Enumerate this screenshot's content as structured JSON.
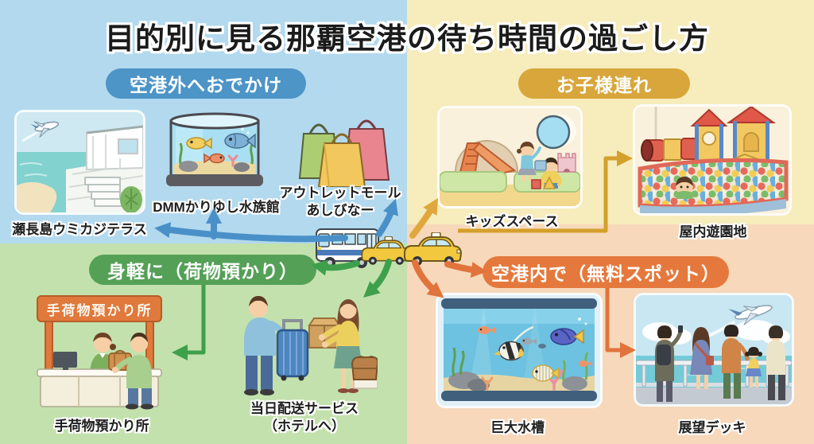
{
  "title": "目的別に見る那覇空港の待ち時間の過ごし方",
  "sections": {
    "outside_airport": {
      "badge": "空港外へおでかけ",
      "badge_color": "#4d94c7",
      "bg_color": "#b3d9ee",
      "items": {
        "terrace_label": "瀬長島ウミカジテラス",
        "dmm_aquarium_label": "DMMかりゆし水族館",
        "outlet_mall_line1": "アウトレットモール",
        "outlet_mall_line2": "あしびなー"
      }
    },
    "with_children": {
      "badge": "お子様連れ",
      "badge_color": "#d8a63a",
      "bg_color": "#f6ecbc",
      "items": {
        "kids_space_label": "キッズスペース",
        "indoor_playground_label": "屋内遊園地"
      }
    },
    "travel_light": {
      "badge": "身軽に（荷物預かり）",
      "badge_color": "#55a057",
      "bg_color": "#c3e1ad",
      "items": {
        "baggage_sign_text": "手荷物預かり所",
        "baggage_counter_label": "手荷物預かり所",
        "delivery_line1": "当日配送サービス",
        "delivery_line2": "（ホテルへ）"
      }
    },
    "inside_airport": {
      "badge": "空港内で（無料スポット）",
      "badge_color": "#e5793d",
      "bg_color": "#f7d8ba",
      "items": {
        "giant_tank_label": "巨大水槽",
        "observation_deck_label": "展望デッキ"
      }
    }
  },
  "center_icons": [
    "bus-icon",
    "taxi-icon",
    "taxi-icon"
  ],
  "arrow_colors": {
    "blue": "#4a90c8",
    "yellow": "#e0a83c",
    "green": "#3fa04c",
    "orange": "#e0743c",
    "gold": "#d4a02c"
  }
}
